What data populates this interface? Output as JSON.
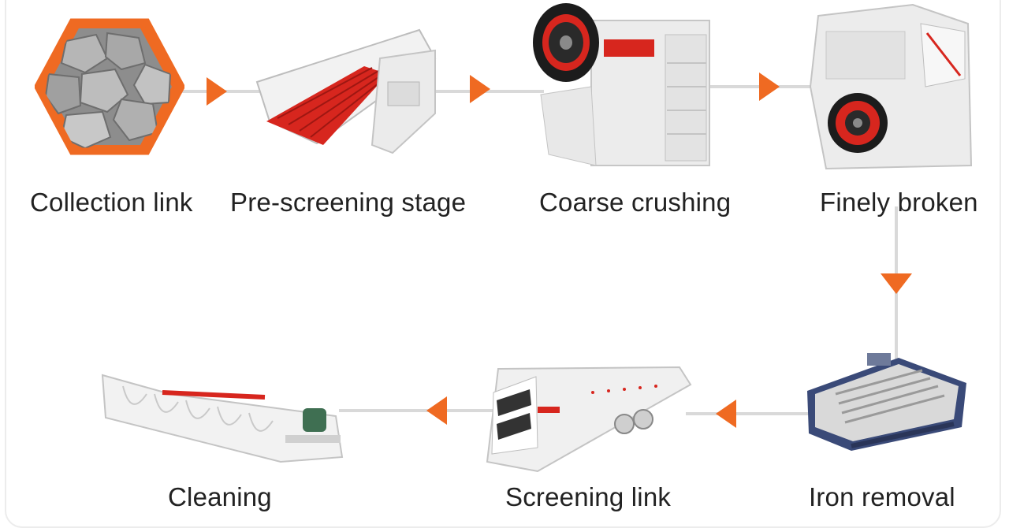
{
  "flow": {
    "steps": [
      {
        "label": "Collection link",
        "icon": "stone-pile-icon"
      },
      {
        "label": "Pre-screening stage",
        "icon": "vibrating-feeder-icon"
      },
      {
        "label": "Coarse crushing",
        "icon": "jaw-crusher-icon"
      },
      {
        "label": "Finely broken",
        "icon": "impact-crusher-icon"
      },
      {
        "label": "Iron removal",
        "icon": "magnetic-separator-icon"
      },
      {
        "label": "Screening link",
        "icon": "vibrating-screen-icon"
      },
      {
        "label": "Cleaning",
        "icon": "spiral-washer-icon"
      }
    ],
    "colors": {
      "accent": "#ef6a22",
      "connector": "#d9d9d9",
      "machine_red": "#d7261e"
    }
  }
}
